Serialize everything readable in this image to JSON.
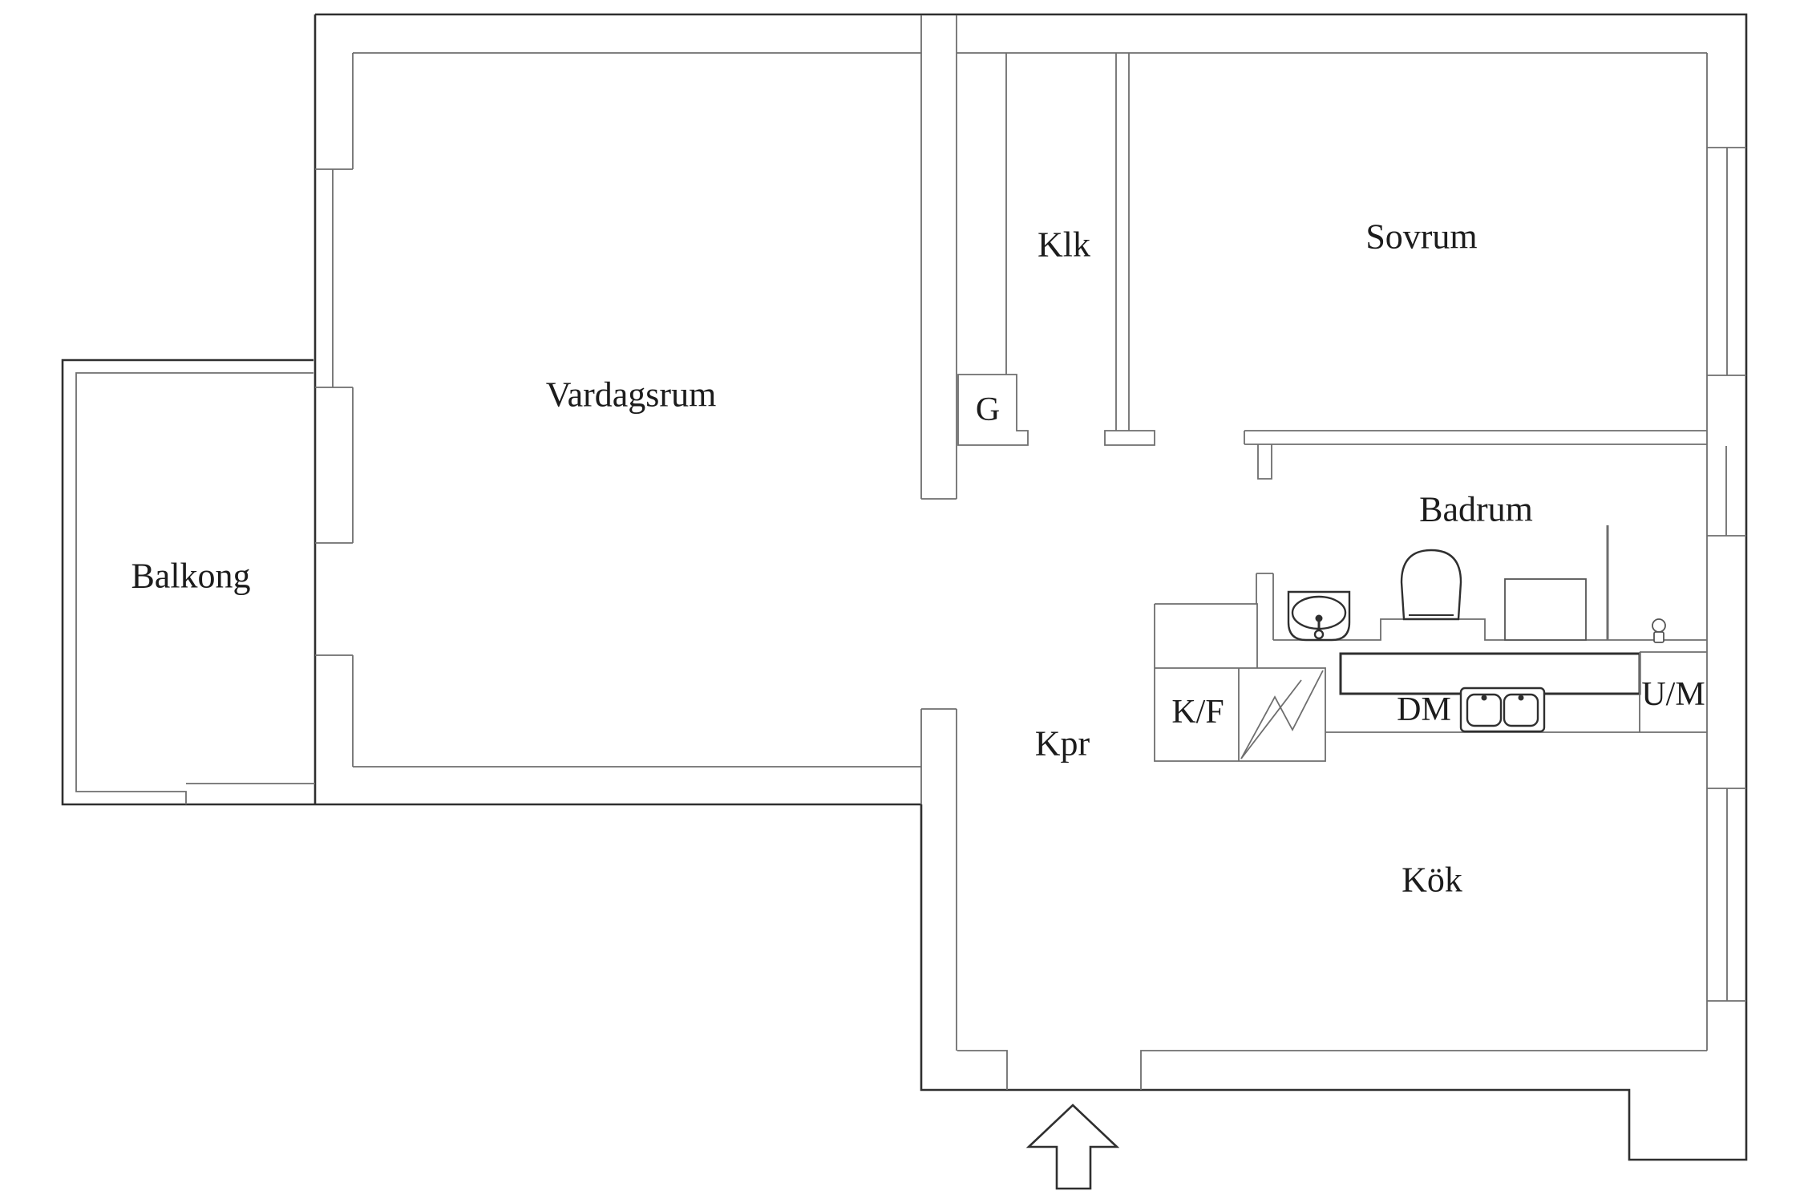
{
  "document": {
    "type": "apartment floor plan",
    "language": "Swedish",
    "background_color": "#ffffff",
    "outer_wall_color": "#2f2f2f",
    "inner_wall_color": "#6e6e6e",
    "text_color": "#1c1c1c"
  },
  "rooms": [
    {
      "id": "vardagsrum",
      "label": "Vardagsrum"
    },
    {
      "id": "balkong",
      "label": "Balkong"
    },
    {
      "id": "klk",
      "label": "Klk"
    },
    {
      "id": "sovrum",
      "label": "Sovrum"
    },
    {
      "id": "badrum",
      "label": "Badrum"
    },
    {
      "id": "kpr",
      "label": "Kpr"
    },
    {
      "id": "kok",
      "label": "Kök"
    }
  ],
  "appliances": [
    {
      "id": "garderob",
      "label": "G"
    },
    {
      "id": "kyl_frys",
      "label": "K/F"
    },
    {
      "id": "diskmaskin",
      "label": "DM"
    },
    {
      "id": "ugn_mikro",
      "label": "U/M"
    }
  ],
  "icons": [
    {
      "name": "entrance-arrow-icon",
      "meaning": "apartment entrance direction"
    },
    {
      "name": "toilet-icon",
      "meaning": "bathroom toilet"
    },
    {
      "name": "bathroom-sink-icon",
      "meaning": "bathroom wash basin with faucet"
    },
    {
      "name": "kitchen-sink-icon",
      "meaning": "double-basin kitchen sink"
    },
    {
      "name": "electric-meter-icon",
      "meaning": "electrical cabinet lightning symbol"
    },
    {
      "name": "shower-screen-icon",
      "meaning": "thin shower partition line"
    },
    {
      "name": "valve-icon",
      "meaning": "small bathroom valve/fitting"
    },
    {
      "name": "window-icon",
      "meaning": "triple-line window symbol in wall"
    }
  ]
}
